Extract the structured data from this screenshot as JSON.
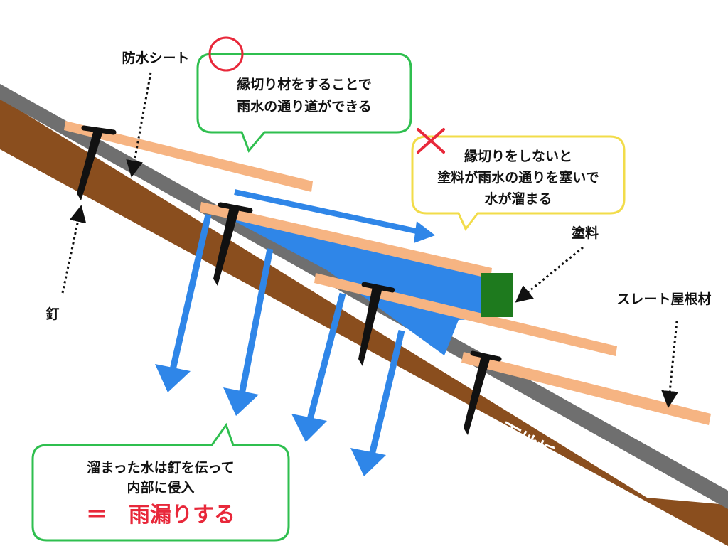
{
  "colors": {
    "board": "#8a4e1e",
    "sheet": "#6f6f6f",
    "slate": "#f6b482",
    "water": "#2f86e8",
    "arrow": "#2f86e8",
    "sealant": "#1e7a1e",
    "nail": "#111111",
    "good": "#2fbf4f",
    "bad_bubble": "#f2dc4a",
    "bad_mark": "#e8283a",
    "result": "#e8283a"
  },
  "labels": {
    "waterproof_sheet": "防水シート",
    "nail": "釘",
    "paint": "塗料",
    "slate_roofing": "スレート屋根材",
    "base_board": "下地板"
  },
  "bubble_good": {
    "lines": [
      "縁切り材をすることで",
      "雨水の通り道ができる"
    ],
    "mark": "circle"
  },
  "bubble_bad": {
    "lines": [
      "縁切りをしないと",
      "塗料が雨水の通りを塞いで",
      "水が溜まる"
    ],
    "mark": "cross"
  },
  "bubble_result": {
    "lines": [
      "溜まった水は釘を伝って",
      "内部に侵入"
    ],
    "conclusion": "＝　雨漏りする"
  }
}
